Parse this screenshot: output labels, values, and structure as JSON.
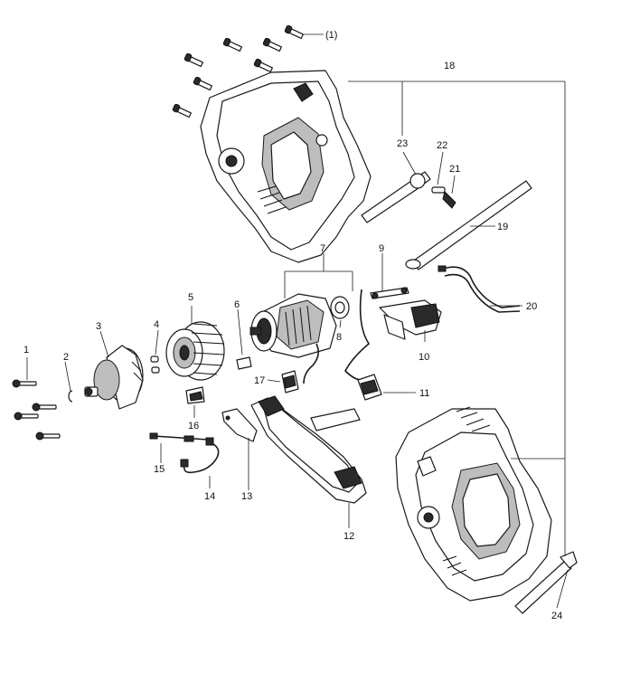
{
  "callouts": {
    "c1": "(1)",
    "c18": "18",
    "c23": "23",
    "c22": "22",
    "c21": "21",
    "c19": "19",
    "c9": "9",
    "c7": "7",
    "c20": "20",
    "c5": "5",
    "c6": "6",
    "c3": "3",
    "c4": "4",
    "c8": "8",
    "c10": "10",
    "c1b": "1",
    "c2": "2",
    "c17": "17",
    "c11": "11",
    "c16": "16",
    "c15": "15",
    "c14": "14",
    "c13": "13",
    "c12": "12",
    "c24": "24"
  }
}
